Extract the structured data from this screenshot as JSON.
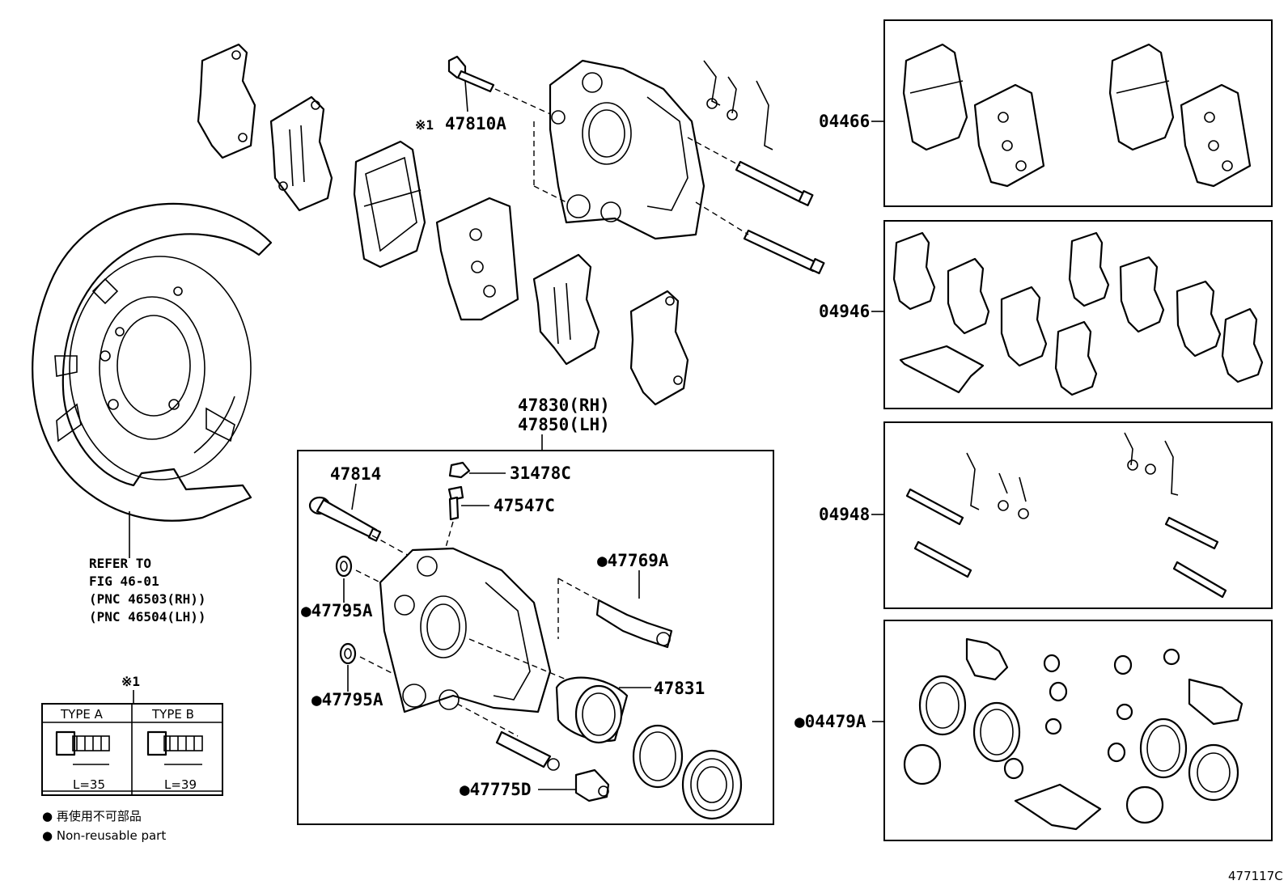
{
  "diagram": {
    "labels": {
      "bolt_note": "※1",
      "p47810a": "47810A",
      "p04466": "04466",
      "p04946": "04946",
      "p04948": "04948",
      "p04479a": "●04479A",
      "p47830": "47830(RH)",
      "p47850": "47850(LH)",
      "p47814": "47814",
      "p31478c": "31478C",
      "p47547c": "47547C",
      "p47769a": "●47769A",
      "p47795a_1": "●47795A",
      "p47795a_2": "●47795A",
      "p47831": "47831",
      "p47775d": "●47775D",
      "refer_1": "REFER TO",
      "refer_2": "FIG 46-01",
      "refer_3": "(PNC 46503(RH))",
      "refer_4": "(PNC 46504(LH))",
      "type_note": "※1",
      "type_a": "TYPE A",
      "type_b": "TYPE B",
      "len_a": "L=35",
      "len_b": "L=39",
      "legend_jp": "● 再使用不可部品",
      "legend_en": "● Non-reusable part",
      "figure_code": "477117C"
    }
  }
}
